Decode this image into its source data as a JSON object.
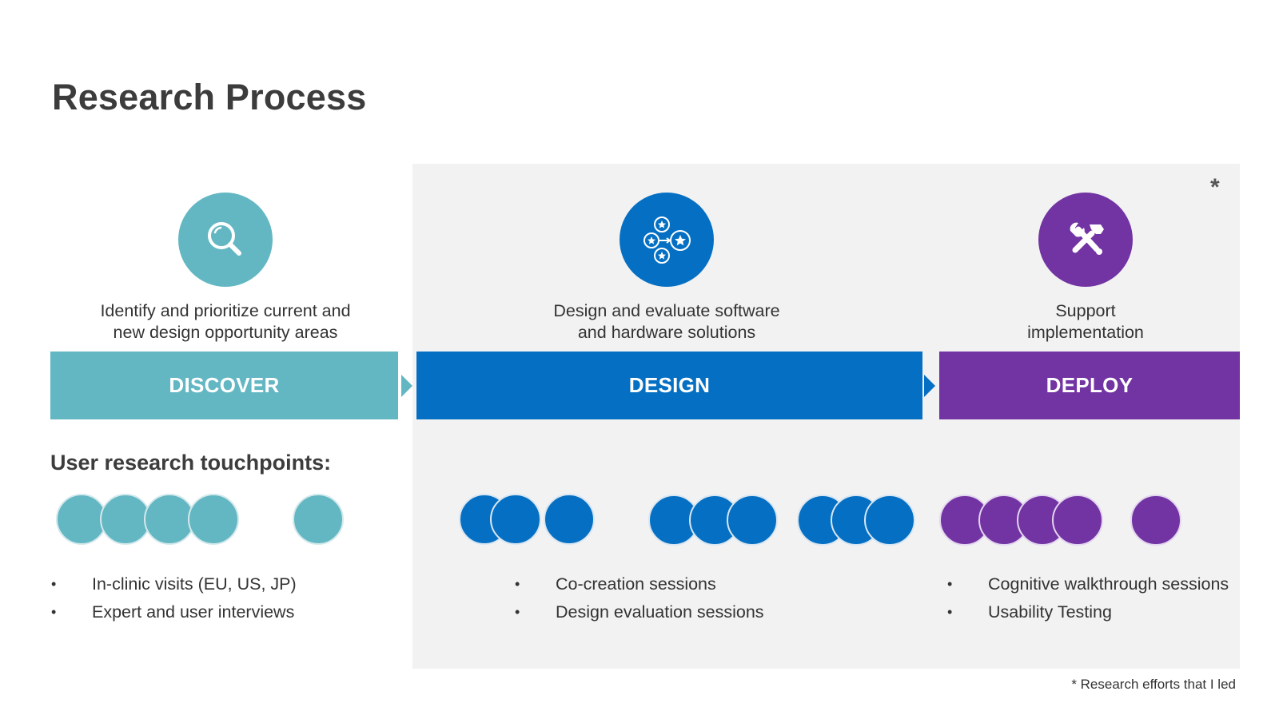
{
  "title": "Research Process",
  "led_marker": "*",
  "phases": [
    {
      "name": "DISCOVER",
      "description_lines": [
        "Identify and prioritize current and",
        "new design opportunity areas"
      ],
      "icon": "magnifier-icon",
      "color": "#63b7c3",
      "bullets": [
        "In-clinic visits (EU, US, JP)",
        "Expert and user interviews"
      ]
    },
    {
      "name": "DESIGN",
      "description_lines": [
        "Design and evaluate software",
        "and hardware solutions"
      ],
      "icon": "star-network-icon",
      "color": "#0570c3",
      "bullets": [
        "Co-creation sessions",
        "Design evaluation sessions"
      ]
    },
    {
      "name": "DEPLOY",
      "description_lines": [
        "Support",
        "implementation"
      ],
      "icon": "tools-icon",
      "color": "#7233a3",
      "bullets": [
        "Cognitive walkthrough sessions",
        "Usability Testing"
      ]
    }
  ],
  "touchpoints_heading": "User research touchpoints:",
  "footnote": "* Research efforts that I led",
  "colors": {
    "led_panel": "#f2f2f2",
    "title": "#3c3c3c"
  }
}
